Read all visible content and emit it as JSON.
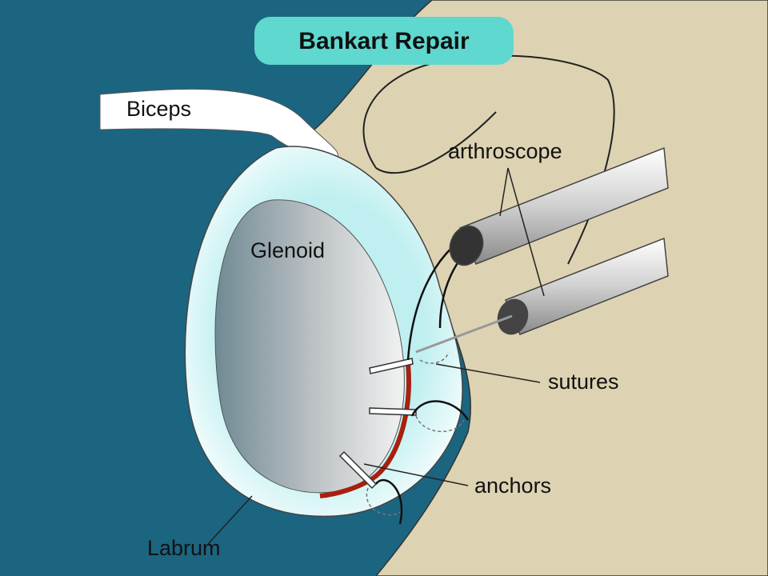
{
  "title": "Bankart Repair",
  "labels": {
    "biceps": "Biceps",
    "glenoid": "Glenoid",
    "arthroscope": "arthroscope",
    "sutures": "sutures",
    "anchors": "anchors",
    "labrum": "Labrum"
  },
  "colors": {
    "background": "#1b6580",
    "bone": "#ddd3b2",
    "title_pill": "#5fd8cf",
    "tear": "#a8200f"
  }
}
